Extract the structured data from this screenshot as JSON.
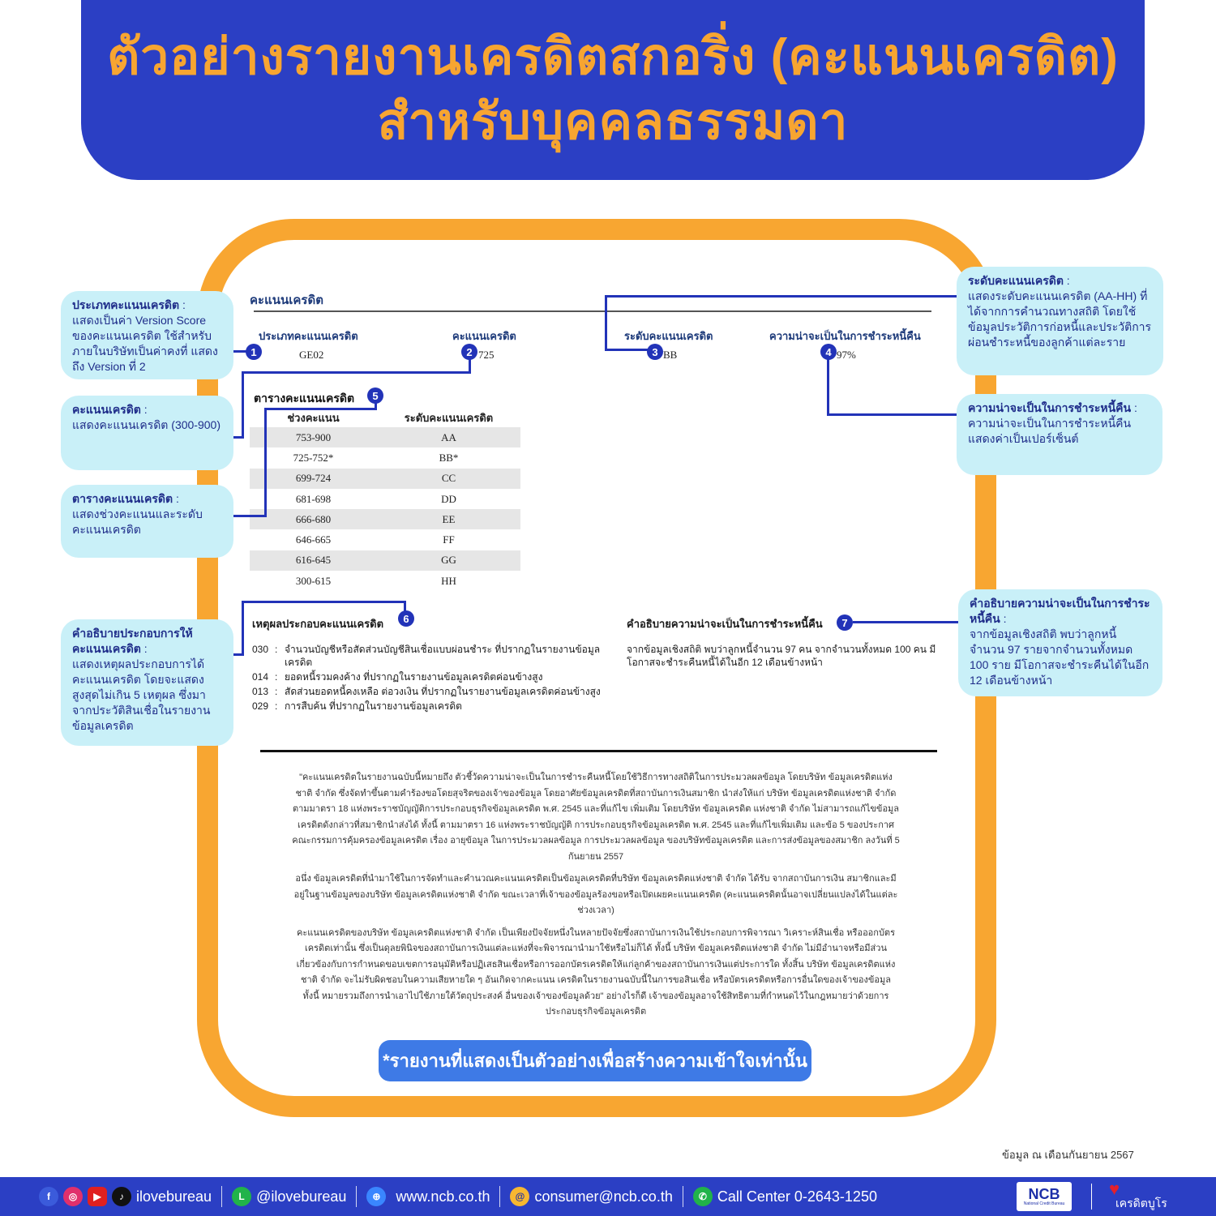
{
  "header": {
    "title_line1": "ตัวอย่างรายงานเครดิตสกอริ่ง (คะแนนเครดิต)",
    "title_line2": "สำหรับบุคคลธรรมดา"
  },
  "report": {
    "section_title": "คะแนนเครดิต",
    "columns": [
      {
        "label": "ประเภทคะแนนเครดิต",
        "value": "GE02",
        "marker": "1"
      },
      {
        "label": "คะแนนเครดิต",
        "value": "725",
        "marker": "2"
      },
      {
        "label": "ระดับคะแนนเครดิต",
        "value": "BB",
        "marker": "3"
      },
      {
        "label": "ความน่าจะเป็นในการชำระหนี้คืน",
        "value": "97%",
        "marker": "4"
      }
    ],
    "table": {
      "title": "ตารางคะแนนเครดิต",
      "marker": "5",
      "headers": [
        "ช่วงคะแนน",
        "ระดับคะแนนเครดิต"
      ],
      "rows": [
        [
          "753-900",
          "AA"
        ],
        [
          "725-752*",
          "BB*"
        ],
        [
          "699-724",
          "CC"
        ],
        [
          "681-698",
          "DD"
        ],
        [
          "666-680",
          "EE"
        ],
        [
          "646-665",
          "FF"
        ],
        [
          "616-645",
          "GG"
        ],
        [
          "300-615",
          "HH"
        ]
      ]
    },
    "reasons": {
      "title": "เหตุผลประกอบคะแนนเครดิต",
      "marker": "6",
      "items": [
        {
          "code": "030",
          "text": "จำนวนบัญชีหรือสัดส่วนบัญชีสินเชื่อแบบผ่อนชำระ ที่ปรากฏในรายงานข้อมูลเครดิต"
        },
        {
          "code": "014",
          "text": "ยอดหนี้รวมคงค้าง ที่ปรากฏในรายงานข้อมูลเครดิตค่อนข้างสูง"
        },
        {
          "code": "013",
          "text": "สัดส่วนยอดหนี้คงเหลือ ต่อวงเงิน ที่ปรากฏในรายงานข้อมูลเครดิตค่อนข้างสูง"
        },
        {
          "code": "029",
          "text": "การสืบค้น ที่ปรากฏในรายงานข้อมูลเครดิต"
        }
      ]
    },
    "probability": {
      "title": "คำอธิบายความน่าจะเป็นในการชำระหนี้คืน",
      "marker": "7",
      "text": "จากข้อมูลเชิงสถิติ พบว่าลูกหนี้จำนวน 97 คน จากจำนวนทั้งหมด 100 คน มีโอกาสจะชำระคืนหนี้ได้ในอีก 12 เดือนข้างหน้า"
    },
    "disclaimer": [
      "\"คะแนนเครดิตในรายงานฉบับนี้หมายถึง ตัวชี้วัดความน่าจะเป็นในการชำระคืนหนี้โดยใช้วิธีการทางสถิติในการประมวลผลข้อมูล โดยบริษัท ข้อมูลเครดิตแห่งชาติ จำกัด ซึ่งจัดทำขึ้นตามคำร้องขอโดยสุจริตของเจ้าของข้อมูล โดยอาศัยข้อมูลเครดิตที่สถาบันการเงินสมาชิก นำส่งให้แก่ บริษัท ข้อมูลเครดิตแห่งชาติ จำกัด ตามมาตรา 18 แห่งพระราชบัญญัติการประกอบธุรกิจข้อมูลเครดิต พ.ศ. 2545 และที่แก้ไข เพิ่มเติม โดยบริษัท ข้อมูลเครดิต แห่งชาติ จำกัด ไม่สามารถแก้ไขข้อมูลเครดิตดังกล่าวที่สมาชิกนำส่งได้ ทั้งนี้ ตามมาตรา 16 แห่งพระราชบัญญัติ การประกอบธุรกิจข้อมูลเครดิต พ.ศ. 2545 และที่แก้ไขเพิ่มเติม และข้อ 5 ของประกาศคณะกรรมการคุ้มครองข้อมูลเครดิต เรื่อง อายุข้อมูล ในการประมวลผลข้อมูล การประมวลผลข้อมูล ของบริษัทข้อมูลเครดิต และการส่งข้อมูลของสมาชิก ลงวันที่ 5 กันยายน 2557",
      "อนึ่ง ข้อมูลเครดิตที่นำมาใช้ในการจัดทำและคำนวณคะแนนเครดิตเป็นข้อมูลเครดิตที่บริษัท ข้อมูลเครดิตแห่งชาติ จำกัด ได้รับ จากสถาบันการเงิน สมาชิกและมีอยู่ในฐานข้อมูลของบริษัท ข้อมูลเครดิตแห่งชาติ จำกัด ขณะเวลาที่เจ้าของข้อมูลร้องขอหรือเปิดเผยคะแนนเครดิต (คะแนนเครดิตนั้นอาจเปลี่ยนแปลงได้ในแต่ละช่วงเวลา)",
      "คะแนนเครดิตของบริษัท ข้อมูลเครดิตแห่งชาติ จำกัด เป็นเพียงปัจจัยหนึ่งในหลายปัจจัยซึ่งสถาบันการเงินใช้ประกอบการพิจารณา วิเคราะห์สินเชื่อ หรือออกบัตรเครดิตเท่านั้น ซึ่งเป็นดุลยพินิจของสถาบันการเงินแต่ละแห่งที่จะพิจารณานำมาใช้หรือไม่ก็ได้ ทั้งนี้ บริษัท ข้อมูลเครดิตแห่งชาติ จำกัด ไม่มีอำนาจหรือมีส่วนเกี่ยวข้องกับการกำหนดขอบเขตการอนุมัติหรือปฏิเสธสินเชื่อหรือการออกบัตรเครดิตให้แก่ลูกค้าของสถาบันการเงินแต่ประการใด ทั้งสิ้น บริษัท ข้อมูลเครดิตแห่งชาติ จำกัด จะไม่รับผิดชอบในความเสียหายใด ๆ อันเกิดจากคะแนน เครดิตในรายงานฉบับนี้ในการขอสินเชื่อ หรือบัตรเครดิตหรือการอื่นใดของเจ้าของข้อมูล ทั้งนี้ หมายรวมถึงการนำเอาไปใช้ภายใต้วัตถุประสงค์ อื่นของเจ้าของข้อมูลด้วย\" อย่างไรก็ดี เจ้าของข้อมูลอาจใช้สิทธิตามที่กำหนดไว้ในกฎหมายว่าด้วยการประกอบธุรกิจข้อมูลเครดิต"
    ],
    "note": "*รายงานที่แสดงเป็นตัวอย่างเพื่อสร้างความเข้าใจเท่านั้น"
  },
  "callouts": {
    "c1": {
      "title": "ประเภทคะแนนเครดิต",
      "suffix": " :",
      "body": "แสดงเป็นค่า Version Score ของคะแนนเครดิต ใช้สำหรับภายในบริษัทเป็นค่าคงที่ แสดงถึง Version ที่ 2"
    },
    "c2": {
      "title": "คะแนนเครดิต",
      "suffix": " :",
      "body": "แสดงคะแนนเครดิต (300-900)"
    },
    "c5": {
      "title": "ตารางคะแนนเครดิต",
      "suffix": " :",
      "body": "แสดงช่วงคะแนนและระดับคะแนนเครดิต"
    },
    "c6": {
      "title": "คำอธิบายประกอบการให้คะแนนเครดิต",
      "suffix": " :",
      "body": "แสดงเหตุผลประกอบการได้คะแนนเครดิต โดยจะแสดงสูงสุดไม่เกิน 5 เหตุผล ซึ่งมาจากประวัติสินเชื่อในรายงานข้อมูลเครดิต"
    },
    "c3": {
      "title": "ระดับคะแนนเครดิต",
      "suffix": " :",
      "body": "แสดงระดับคะแนนเครดิต (AA-HH) ที่ได้จากการคำนวณทางสถิติ โดยใช้ข้อมูลประวัติการก่อหนี้และประวัติการผ่อนชำระหนี้ของลูกค้าแต่ละราย"
    },
    "c4": {
      "title": "ความน่าจะเป็นในการชำระหนี้คืน",
      "suffix": " :",
      "body": "ความน่าจะเป็นในการชำระหนี้คืน แสดงค่าเป็นเปอร์เซ็นต์"
    },
    "c7": {
      "title": "คำอธิบายความน่าจะเป็นในการชำระหนี้คืน",
      "suffix": " :",
      "body": "จากข้อมูลเชิงสถิติ พบว่าลูกหนี้จำนวน 97 รายจากจำนวนทั้งหมด 100 ราย มีโอกาสจะชำระคืนได้ในอีก 12 เดือนข้างหน้า"
    }
  },
  "date_note": "ข้อมูล ณ เดือนกันยายน 2567",
  "footer": {
    "social_handle": "ilovebureau",
    "line_handle": "@ilovebureau",
    "website": "www.ncb.co.th",
    "email": "consumer@ncb.co.th",
    "call_center": "Call Center 0-2643-1250",
    "logo_text": "NCB",
    "logo_sub": "National Credit Bureau",
    "brand_text": "เครดิตบูโร"
  },
  "colors": {
    "header_bg": "#2b3fc4",
    "title": "#f7a531",
    "frame": "#f8a631",
    "callout_bg": "#c9f0f8",
    "marker": "#2233b8",
    "note_btn": "#3e7ae6"
  }
}
